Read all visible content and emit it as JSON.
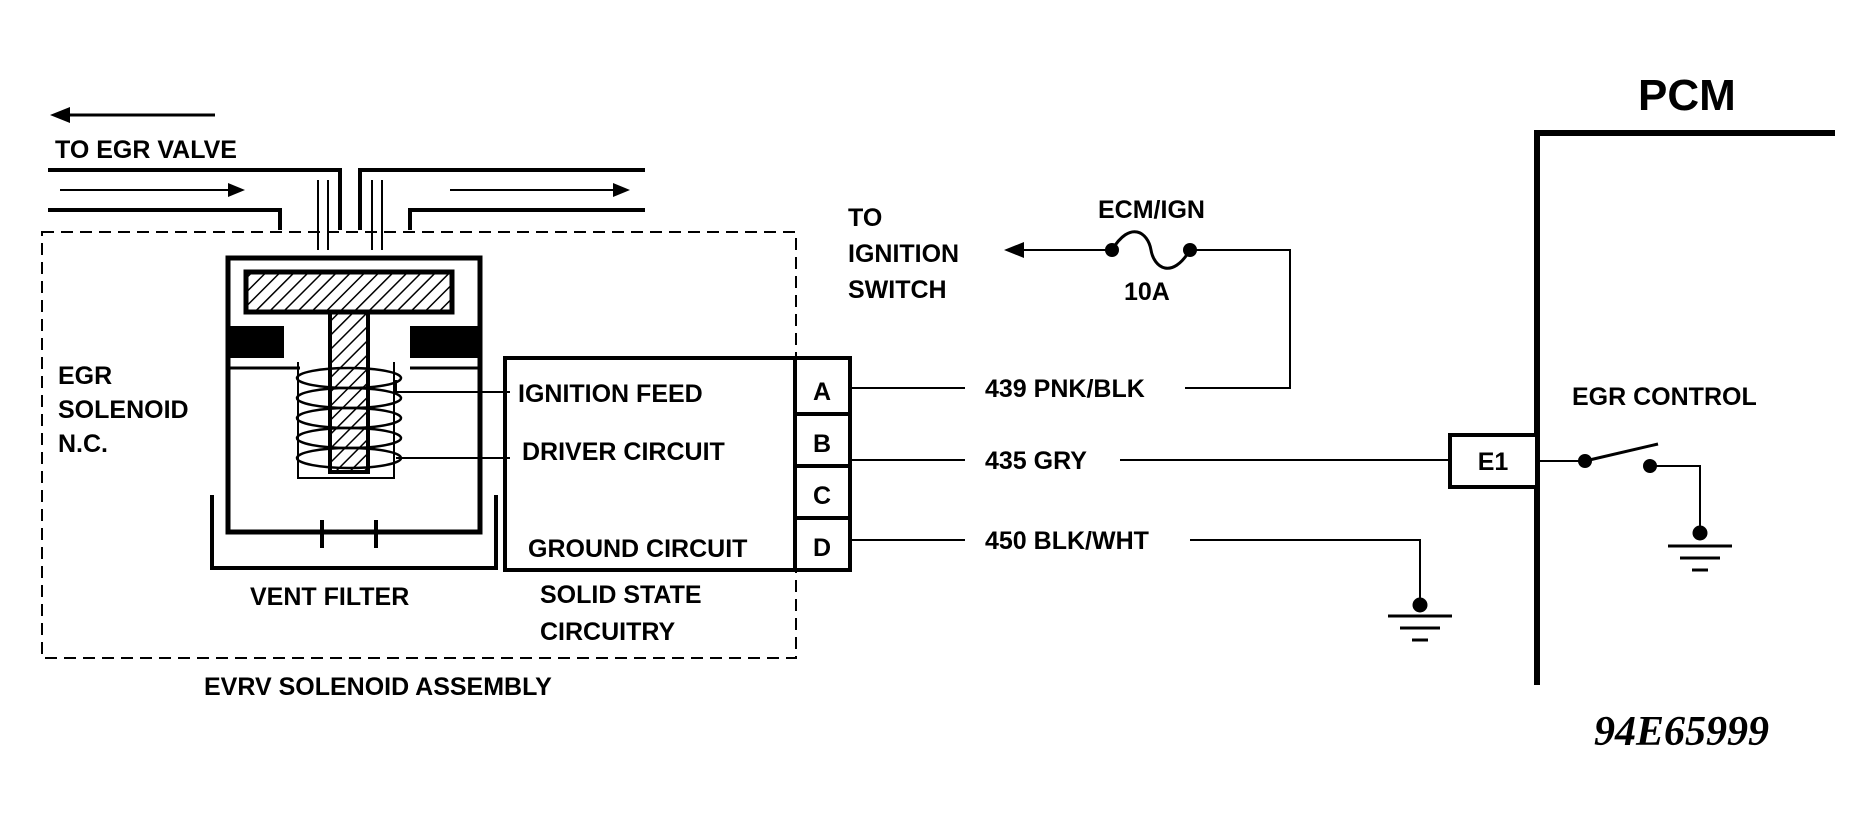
{
  "labels": {
    "to_egr_valve": "TO EGR VALVE",
    "egr_solenoid": [
      "EGR",
      "SOLENOID",
      "N.C."
    ],
    "vent_filter": "VENT FILTER",
    "solid_state": [
      "SOLID STATE",
      "CIRCUITRY"
    ],
    "assembly": "EVRV SOLENOID ASSEMBLY",
    "to_ignition": [
      "TO",
      "IGNITION",
      "SWITCH"
    ],
    "fuse_name": "ECM/IGN",
    "fuse_rating": "10A",
    "pcm": "PCM",
    "egr_control": "EGR CONTROL",
    "figure_id": "94E65999"
  },
  "circuits": [
    {
      "name": "IGNITION FEED",
      "pin": "A"
    },
    {
      "name": "DRIVER CIRCUIT",
      "pin": "B"
    },
    {
      "name": "",
      "pin": "C"
    },
    {
      "name": "GROUND CIRCUIT",
      "pin": "D"
    }
  ],
  "wires": {
    "ignition": "439 PNK/BLK",
    "driver": "435 GRY",
    "ground": "450 BLK/WHT"
  },
  "pcm_pin": "E1"
}
